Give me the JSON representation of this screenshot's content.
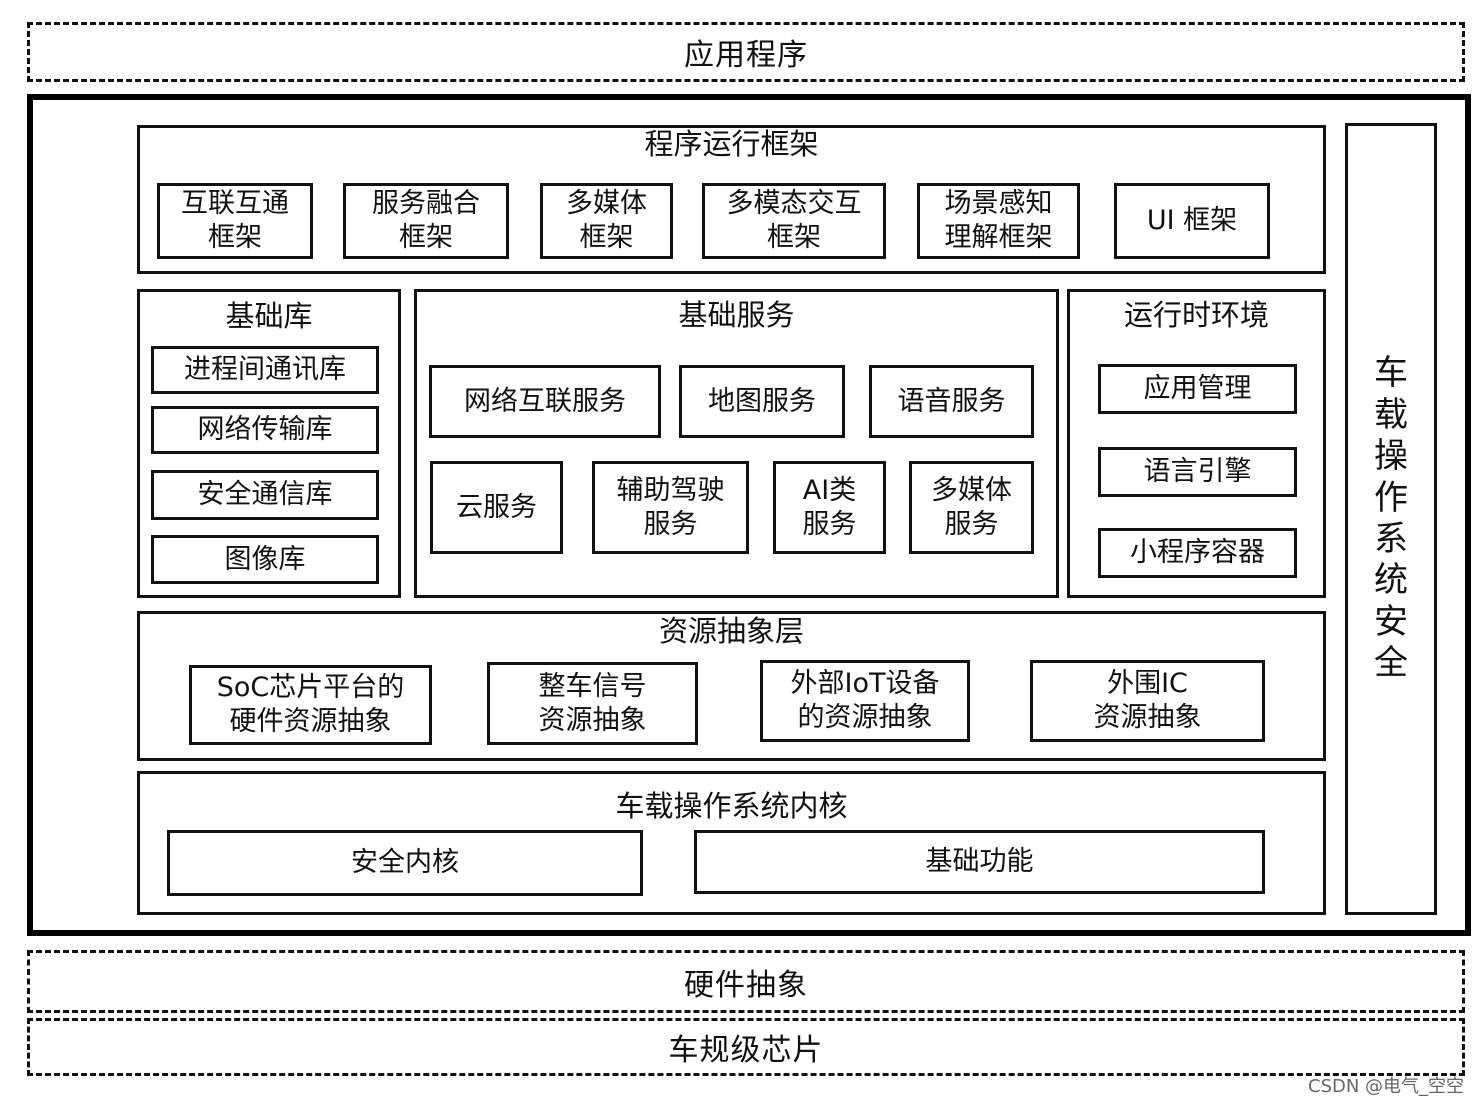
{
  "top_layer": {
    "label": "应用程序"
  },
  "framework": {
    "title": "程序运行框架",
    "items": [
      "互联互通\n框架",
      "服务融合\n框架",
      "多媒体\n框架",
      "多模态交互\n框架",
      "场景感知\n理解框架",
      "UI 框架"
    ]
  },
  "base_library": {
    "title": "基础库",
    "items": [
      "进程间通讯库",
      "网络传输库",
      "安全通信库",
      "图像库"
    ]
  },
  "base_services": {
    "title": "基础服务",
    "row1": [
      "网络互联服务",
      "地图服务",
      "语音服务"
    ],
    "row2": [
      "云服务",
      "辅助驾驶\n服务",
      "AI类\n服务",
      "多媒体\n服务"
    ]
  },
  "runtime": {
    "title": "运行时环境",
    "items": [
      "应用管理",
      "语言引擎",
      "小程序容器"
    ]
  },
  "resource_layer": {
    "title": "资源抽象层",
    "items": [
      "SoC芯片平台的\n硬件资源抽象",
      "整车信号\n资源抽象",
      "外部IoT设备\n的资源抽象",
      "外围IC\n资源抽象"
    ]
  },
  "kernel": {
    "title": "车载操作系统内核",
    "items": [
      "安全内核",
      "基础功能"
    ]
  },
  "security": {
    "chars": [
      "车",
      "载",
      "操",
      "作",
      "系",
      "统",
      "安",
      "全"
    ]
  },
  "hardware_abstraction": {
    "label": "硬件抽象"
  },
  "chip": {
    "label": "车规级芯片"
  },
  "watermark": "CSDN @电气_空空"
}
